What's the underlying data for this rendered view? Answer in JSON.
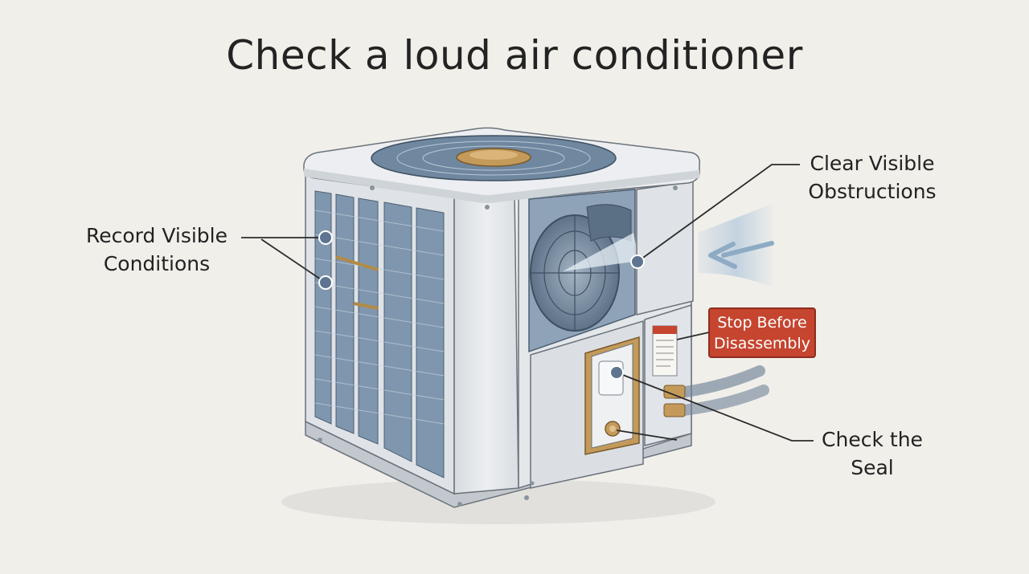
{
  "title": "Check a loud air conditioner",
  "callouts": {
    "record": {
      "line1": "Record Visible",
      "line2": "Conditions"
    },
    "clear": {
      "line1": "Clear Visible",
      "line2": "Obstructions"
    },
    "stop": {
      "line1": "Stop Before",
      "line2": "Disassembly"
    },
    "seal": {
      "line1": "Check the",
      "line2": "Seal"
    }
  },
  "colors": {
    "background": "#f1efea",
    "warning": "#c5452f",
    "unit_body": "#e4e7ea",
    "grille": "#7f97ae",
    "airflow": "#aec6dc",
    "brass": "#c39a5a"
  },
  "icons": {
    "fan": "fan-icon",
    "airflow": "airflow-arrow-icon",
    "warning_label": "warning-label-icon"
  }
}
